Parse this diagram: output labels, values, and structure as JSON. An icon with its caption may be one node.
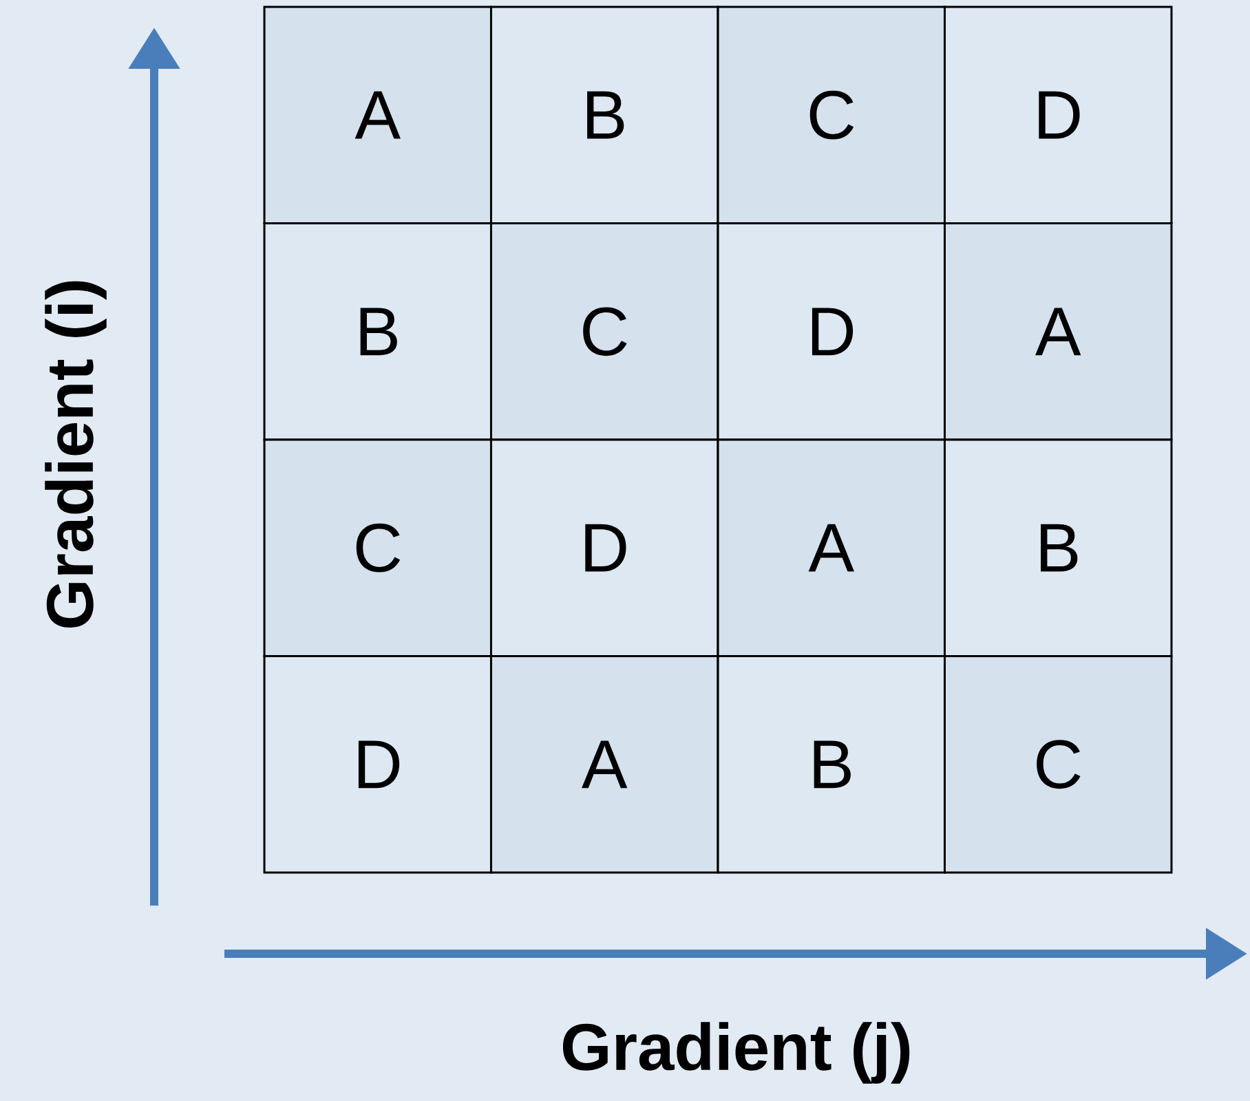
{
  "diagram": {
    "labels": [
      "A",
      "B",
      "C",
      "D",
      "B",
      "C",
      "D",
      "A",
      "C",
      "D",
      "A",
      "B",
      "D",
      "A",
      "B",
      "C",
      "Gradient (i)",
      "Gradient (j)"
    ]
  }
}
